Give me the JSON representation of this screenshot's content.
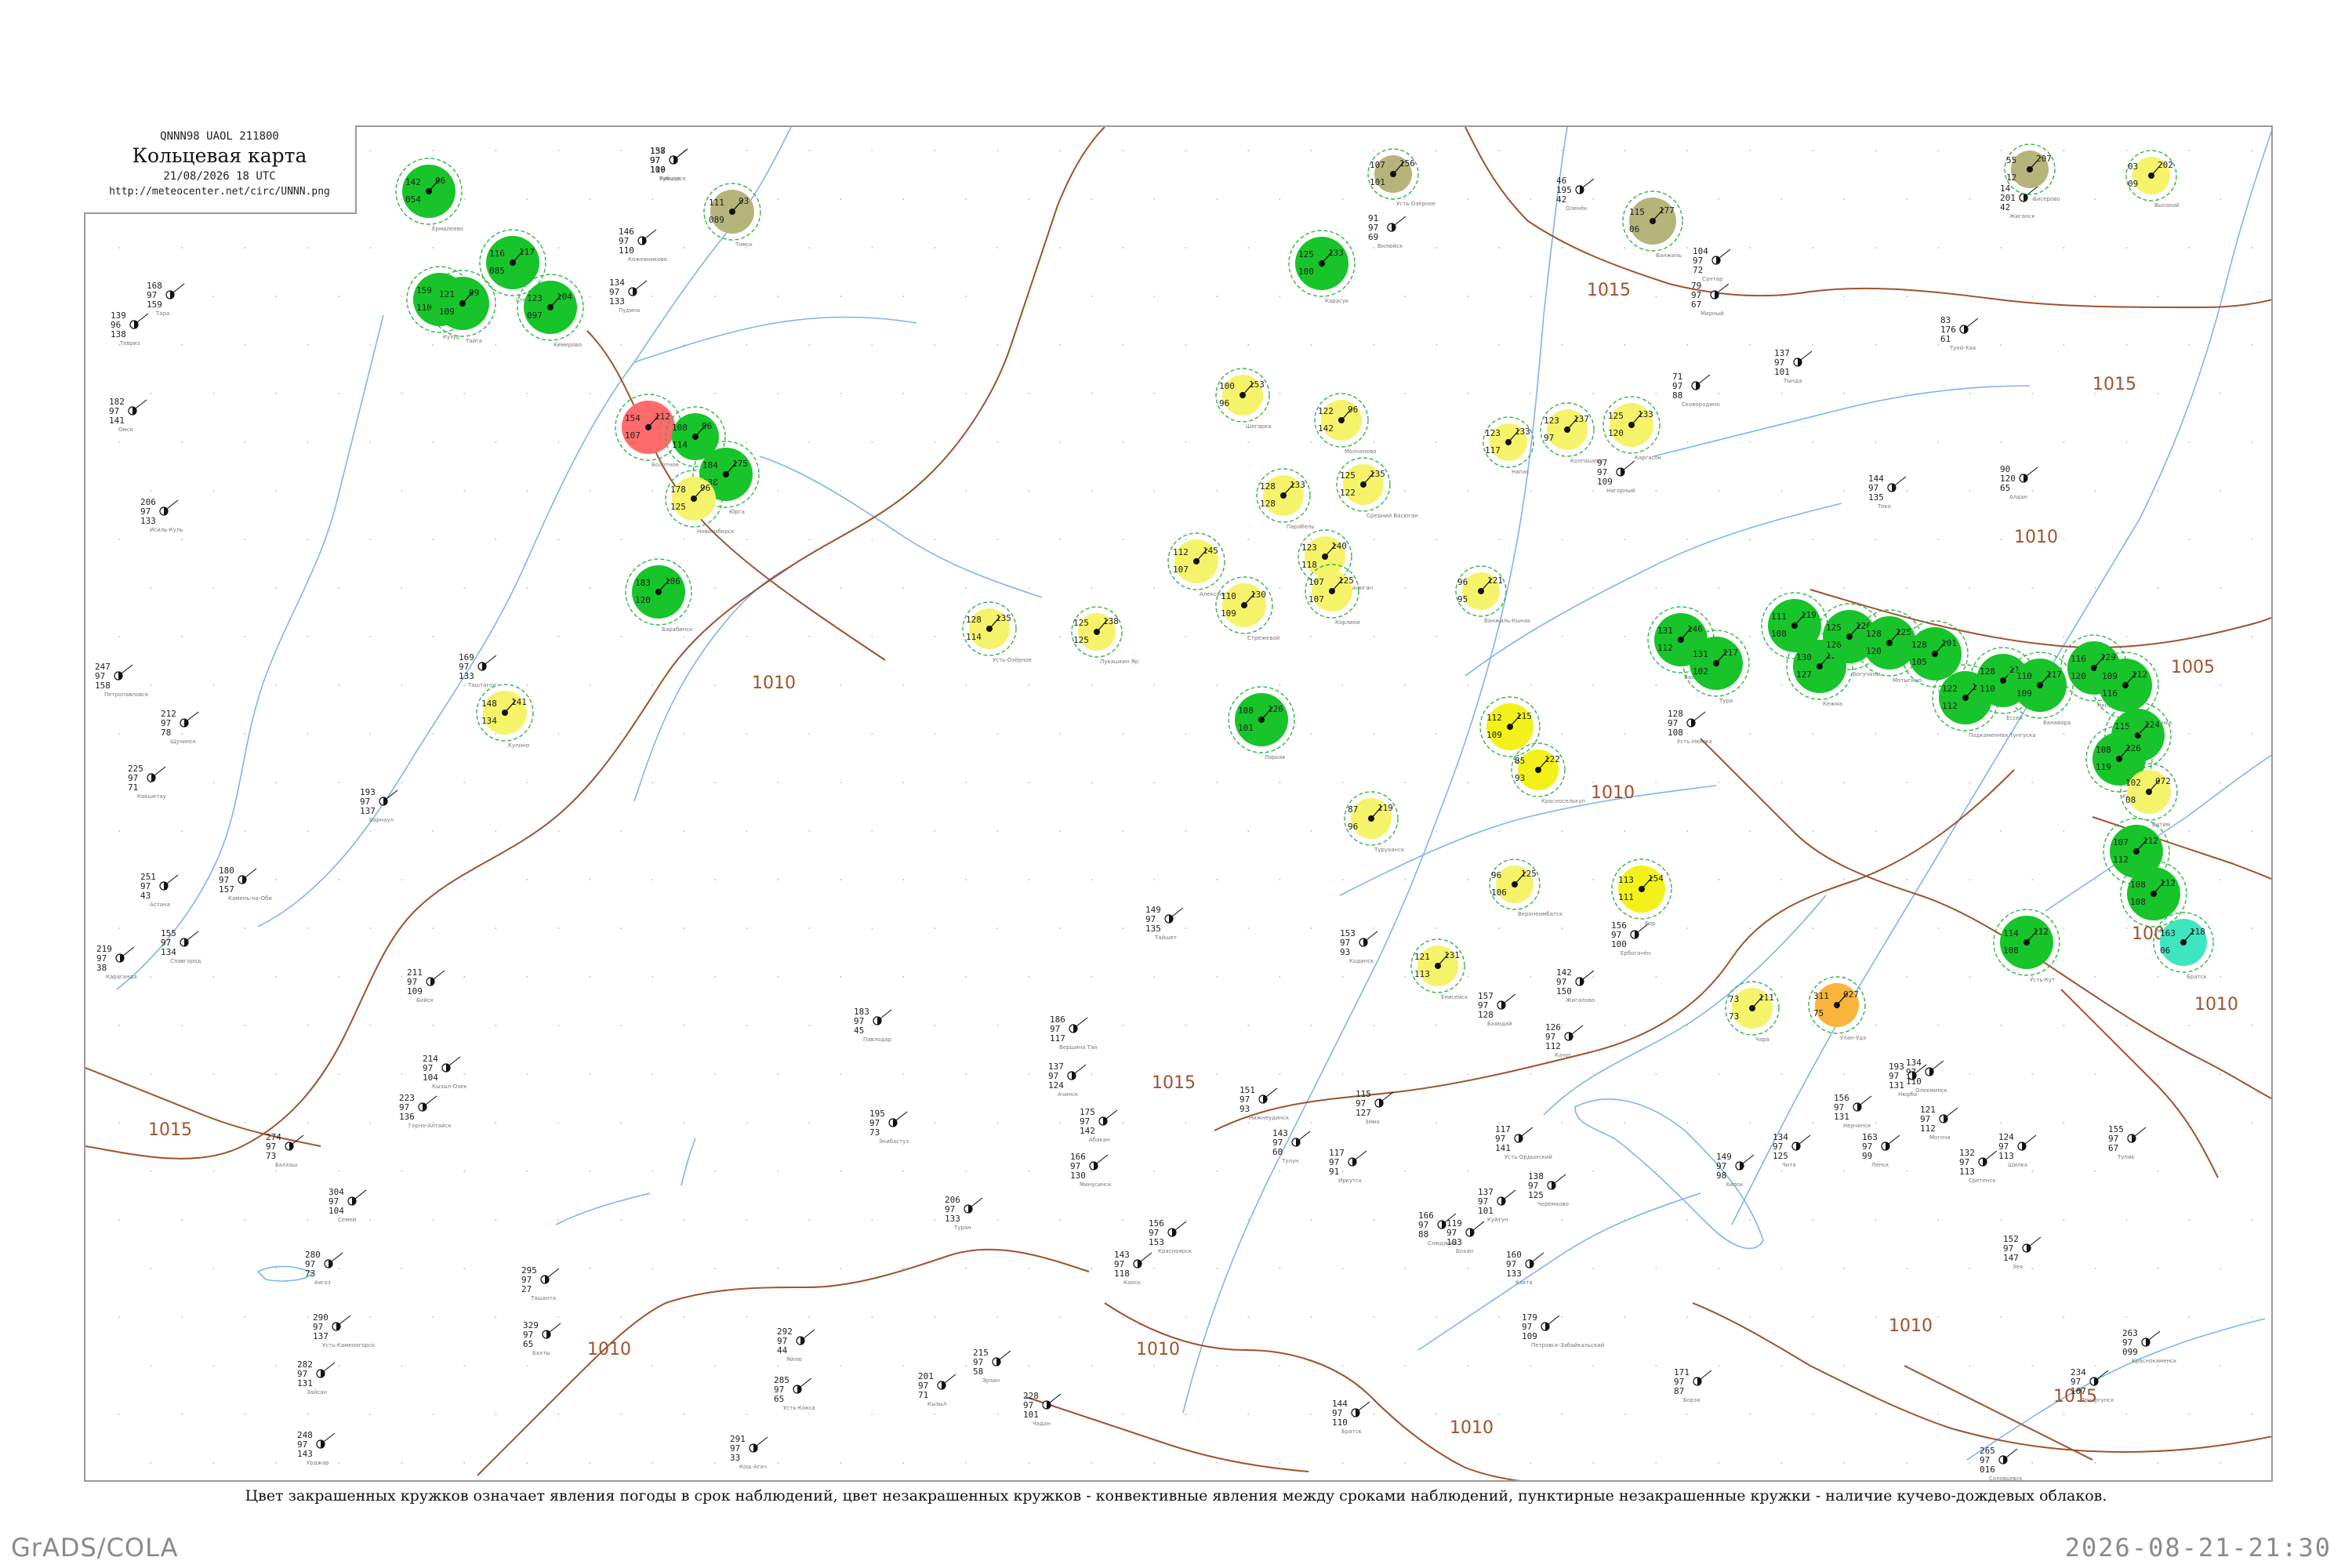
{
  "header": {
    "code_line": "QNNN98  UAOL  211800",
    "title": "Кольцевая карта",
    "date_line": "21/08/2026 18 UTC",
    "url": "http://meteocenter.net/circ/UNNN.png"
  },
  "caption": "Цвет закрашенных кружков означает явления погоды в срок наблюдений, цвет незакрашенных кружков - конвективные явления между сроками наблюдений, пунктирные незакрашенные кружки - наличие кучево-дождевых облаков.",
  "footer": {
    "software": "GrADS/COLA",
    "timestamp": "2026-08-21-21:30"
  },
  "colors": {
    "isobar": "#a0522d",
    "river": "#7fb4f0",
    "rain": "#17c42a",
    "shower": "#f5f36a",
    "thunder": "#f2f21a",
    "fog": "#b5b47a",
    "dust": "#ff6b6b",
    "smoke": "#3ee6c0",
    "haze": "#f9b43a",
    "dash_ring": "#34b34a",
    "convective_ring": "#d0508f"
  },
  "isobars": [
    "1015",
    "1015",
    "1015",
    "1010",
    "1010",
    "1010",
    "1005",
    "1005",
    "1015",
    "1010",
    "1010",
    "1010",
    "1015",
    "1010",
    "1010"
  ],
  "stations": [
    {
      "kind": "rain",
      "r": 34,
      "p": [
        "142",
        "06",
        "054"
      ],
      "name": "Ёрмалеево"
    },
    {
      "kind": "fog",
      "r": 28,
      "p": [
        "111",
        "93",
        "089"
      ],
      "name": "Томск"
    },
    {
      "kind": "fog",
      "r": 24,
      "p": [
        "107",
        "156",
        "101"
      ],
      "name": "Усть-Озёрное"
    },
    {
      "kind": "fog",
      "r": 24,
      "p": [
        "55",
        "207",
        "12"
      ],
      "name": "Бисерово"
    },
    {
      "kind": "shower",
      "r": 24,
      "p": [
        "03",
        "202",
        "09"
      ],
      "name": "Высокий"
    },
    {
      "kind": "fog",
      "r": 30,
      "p": [
        "115",
        "177",
        "06"
      ],
      "name": "Ванжиль"
    },
    {
      "kind": "rain",
      "r": 34,
      "p": [
        "159",
        "124",
        "110"
      ],
      "name": "Кузур"
    },
    {
      "kind": "rain",
      "r": 34,
      "p": [
        "121",
        "09",
        "109"
      ],
      "name": "Тайга"
    },
    {
      "kind": "rain",
      "r": 34,
      "p": [
        "116",
        "117",
        "085"
      ],
      "name": "Степное"
    },
    {
      "kind": "rain",
      "r": 34,
      "p": [
        "123",
        "104",
        "097"
      ],
      "name": "Кемерово"
    },
    {
      "kind": "dust",
      "r": 34,
      "p": [
        "154",
        "112",
        "107"
      ],
      "name": "Болотное"
    },
    {
      "kind": "rain",
      "r": 30,
      "p": [
        "108",
        "96",
        "114"
      ],
      "name": "Тисуль"
    },
    {
      "kind": "rain",
      "r": 34,
      "p": [
        "184",
        "175",
        "138"
      ],
      "name": "Юрга"
    },
    {
      "kind": "shower",
      "r": 28,
      "p": [
        "178",
        "96",
        "125"
      ],
      "name": "Новосибирск"
    },
    {
      "kind": "rain",
      "r": 34,
      "p": [
        "183",
        "106",
        "120"
      ],
      "name": "Барабинск"
    },
    {
      "kind": "shower",
      "r": 28,
      "p": [
        "148",
        "141",
        "134"
      ],
      "name": "Купино"
    },
    {
      "kind": "rain",
      "r": 34,
      "p": [
        "125",
        "133",
        "100"
      ],
      "name": "Карасук"
    },
    {
      "kind": "shower",
      "r": 26,
      "p": [
        "100",
        "153",
        "96"
      ],
      "name": "Шегарка"
    },
    {
      "kind": "shower",
      "r": 26,
      "p": [
        "122",
        "96",
        "142"
      ],
      "name": "Молчаново"
    },
    {
      "kind": "shower",
      "r": 26,
      "p": [
        "123",
        "137",
        "97"
      ],
      "name": "Колпашево"
    },
    {
      "kind": "shower",
      "r": 24,
      "p": [
        "123",
        "133",
        "117"
      ],
      "name": "Напас"
    },
    {
      "kind": "shower",
      "r": 28,
      "p": [
        "125",
        "133",
        "120"
      ],
      "name": "Каргасок"
    },
    {
      "kind": "shower",
      "r": 26,
      "p": [
        "128",
        "133",
        "128"
      ],
      "name": "Парабель"
    },
    {
      "kind": "shower",
      "r": 26,
      "p": [
        "125",
        "135",
        "122"
      ],
      "name": "Средний Васюган"
    },
    {
      "kind": "shower",
      "r": 26,
      "p": [
        "123",
        "140",
        "118"
      ],
      "name": "Новый Васюган"
    },
    {
      "kind": "shower",
      "r": 28,
      "p": [
        "112",
        "145",
        "107"
      ],
      "name": "Александровское"
    },
    {
      "kind": "shower",
      "r": 28,
      "p": [
        "110",
        "130",
        "109"
      ],
      "name": "Стрежевой"
    },
    {
      "kind": "shower",
      "r": 24,
      "p": [
        "125",
        "138",
        "125"
      ],
      "name": "Лукашкин Яр"
    },
    {
      "kind": "shower",
      "r": 26,
      "p": [
        "128",
        "135",
        "114"
      ],
      "name": "Усть-Озёрное"
    },
    {
      "kind": "rain",
      "r": 34,
      "p": [
        "108",
        "126",
        "101"
      ],
      "name": "Ларьяк"
    },
    {
      "kind": "shower",
      "r": 26,
      "p": [
        "107",
        "125",
        "107"
      ],
      "name": "Корлики"
    },
    {
      "kind": "shower",
      "r": 24,
      "p": [
        "96",
        "121",
        "95"
      ],
      "name": "Ванжиль-Кынак"
    },
    {
      "kind": "thunder",
      "r": 30,
      "p": [
        "112",
        "115",
        "109"
      ],
      "name": "Тарко-Сале"
    },
    {
      "kind": "thunder",
      "r": 26,
      "p": [
        "85",
        "122",
        "93"
      ],
      "name": "Красноселькуп"
    },
    {
      "kind": "shower",
      "r": 26,
      "p": [
        "87",
        "119",
        "96"
      ],
      "name": "Туруханск"
    },
    {
      "kind": "shower",
      "r": 24,
      "p": [
        "96",
        "125",
        "106"
      ],
      "name": "Верхнеимбатск"
    },
    {
      "kind": "thunder",
      "r": 30,
      "p": [
        "113",
        "154",
        "111"
      ],
      "name": "Бор"
    },
    {
      "kind": "shower",
      "r": 26,
      "p": [
        "121",
        "131",
        "113"
      ],
      "name": "Енисейск"
    },
    {
      "kind": "rain",
      "r": 34,
      "p": [
        "131",
        "146",
        "112"
      ],
      "name": "Ванавара"
    },
    {
      "kind": "rain",
      "r": 34,
      "p": [
        "131",
        "117",
        "102"
      ],
      "name": "Тура"
    },
    {
      "kind": "rain",
      "r": 34,
      "p": [
        "111",
        "119",
        "108"
      ],
      "name": "Ербогачён"
    },
    {
      "kind": "rain",
      "r": 34,
      "p": [
        "130",
        "122",
        "127"
      ],
      "name": "Кежма"
    },
    {
      "kind": "rain",
      "r": 34,
      "p": [
        "125",
        "126",
        "126"
      ],
      "name": "Богучаны"
    },
    {
      "kind": "rain",
      "r": 34,
      "p": [
        "128",
        "125",
        "120"
      ],
      "name": "Мотыгино"
    },
    {
      "kind": "rain",
      "r": 34,
      "p": [
        "128",
        "101",
        "105"
      ],
      "name": "Ногинск"
    },
    {
      "kind": "rain",
      "r": 34,
      "p": [
        "122",
        "116",
        "112"
      ],
      "name": "Подкаменная Тунгуска"
    },
    {
      "kind": "rain",
      "r": 34,
      "p": [
        "128",
        "119",
        "110"
      ],
      "name": "Ессей"
    },
    {
      "kind": "rain",
      "r": 34,
      "p": [
        "110",
        "117",
        "109"
      ],
      "name": "Ванавара"
    },
    {
      "kind": "rain",
      "r": 34,
      "p": [
        "116",
        "129",
        "120"
      ],
      "name": "Непа"
    },
    {
      "kind": "rain",
      "r": 34,
      "p": [
        "109",
        "112",
        "116"
      ],
      "name": "Преображенка"
    },
    {
      "kind": "rain",
      "r": 34,
      "p": [
        "115",
        "124",
        "112"
      ],
      "name": "Токма"
    },
    {
      "kind": "rain",
      "r": 34,
      "p": [
        "108",
        "126",
        "119"
      ],
      "name": "Киренск"
    },
    {
      "kind": "shower",
      "r": 28,
      "p": [
        "102",
        "072",
        "08"
      ],
      "name": "Витим"
    },
    {
      "kind": "rain",
      "r": 34,
      "p": [
        "107",
        "112",
        "112"
      ],
      "name": "Бодайбо"
    },
    {
      "kind": "rain",
      "r": 34,
      "p": [
        "108",
        "112",
        "108"
      ],
      "name": "Мама"
    },
    {
      "kind": "smoke",
      "r": 30,
      "p": [
        "163",
        "118",
        "06"
      ],
      "name": "Братск"
    },
    {
      "kind": "rain",
      "r": 34,
      "p": [
        "114",
        "112",
        "108"
      ],
      "name": "Усть-Кут"
    },
    {
      "kind": "haze",
      "r": 28,
      "p": [
        "311",
        "027",
        "75"
      ],
      "name": "Улан-Удэ"
    },
    {
      "kind": "shower",
      "r": 26,
      "p": [
        "73",
        "111",
        "73"
      ],
      "name": "Чара"
    }
  ],
  "small_stations": [
    {
      "p": [
        "158",
        "97",
        "110"
      ],
      "name": "Бакчар"
    },
    {
      "p": [
        "146",
        "97",
        "110"
      ],
      "name": "Кожевниково"
    },
    {
      "p": [
        "134",
        "97",
        "133"
      ],
      "name": "Пудино"
    },
    {
      "p": [
        "139",
        "96",
        "138"
      ],
      "name": "Тевриз"
    },
    {
      "p": [
        "168",
        "97",
        "159"
      ],
      "name": "Тара"
    },
    {
      "p": [
        "182",
        "97",
        "141"
      ],
      "name": "Омск"
    },
    {
      "p": [
        "206",
        "97",
        "133"
      ],
      "name": "Исиль-Куль"
    },
    {
      "p": [
        "247",
        "97",
        "158"
      ],
      "name": "Петропавловск"
    },
    {
      "p": [
        "225",
        "97",
        "71"
      ],
      "name": "Кокшетау"
    },
    {
      "p": [
        "212",
        "97",
        "78"
      ],
      "name": "Щучинск"
    },
    {
      "p": [
        "251",
        "97",
        "43"
      ],
      "name": "Астана"
    },
    {
      "p": [
        "219",
        "97",
        "38"
      ],
      "name": "Караганда"
    },
    {
      "p": [
        "183",
        "97",
        "45"
      ],
      "name": "Павлодар"
    },
    {
      "p": [
        "195",
        "97",
        "73"
      ],
      "name": "Экибастуз"
    },
    {
      "p": [
        "274",
        "97",
        "73"
      ],
      "name": "Балхаш"
    },
    {
      "p": [
        "304",
        "97",
        "104"
      ],
      "name": "Семей"
    },
    {
      "p": [
        "280",
        "97",
        "73"
      ],
      "name": "Аягоз"
    },
    {
      "p": [
        "290",
        "97",
        "137"
      ],
      "name": "Усть-Каменогорск"
    },
    {
      "p": [
        "282",
        "97",
        "131"
      ],
      "name": "Зайсан"
    },
    {
      "p": [
        "248",
        "97",
        "143"
      ],
      "name": "Урджар"
    },
    {
      "p": [
        "329",
        "97",
        "65"
      ],
      "name": "Бахты"
    },
    {
      "p": [
        "295",
        "97",
        "27"
      ],
      "name": "Ташанта"
    },
    {
      "p": [
        "291",
        "97",
        "33"
      ],
      "name": "Кош-Агач"
    },
    {
      "p": [
        "285",
        "97",
        "65"
      ],
      "name": "Усть-Кокса"
    },
    {
      "p": [
        "292",
        "97",
        "44"
      ],
      "name": "Яйлю"
    },
    {
      "p": [
        "201",
        "97",
        "71"
      ],
      "name": "Кызыл"
    },
    {
      "p": [
        "228",
        "97",
        "101"
      ],
      "name": "Чадан"
    },
    {
      "p": [
        "215",
        "97",
        "58"
      ],
      "name": "Эрзин"
    },
    {
      "p": [
        "206",
        "97",
        "133"
      ],
      "name": "Туран"
    },
    {
      "p": [
        "175",
        "97",
        "142"
      ],
      "name": "Абакан"
    },
    {
      "p": [
        "166",
        "97",
        "130"
      ],
      "name": "Минусинск"
    },
    {
      "p": [
        "137",
        "97",
        "124"
      ],
      "name": "Ачинск"
    },
    {
      "p": [
        "156",
        "97",
        "153"
      ],
      "name": "Красноярск"
    },
    {
      "p": [
        "143",
        "97",
        "118"
      ],
      "name": "Канск"
    },
    {
      "p": [
        "149",
        "97",
        "135"
      ],
      "name": "Тайшет"
    },
    {
      "p": [
        "151",
        "97",
        "93"
      ],
      "name": "Нижнеудинск"
    },
    {
      "p": [
        "143",
        "97",
        "60"
      ],
      "name": "Тулун"
    },
    {
      "p": [
        "115",
        "97",
        "127"
      ],
      "name": "Зима"
    },
    {
      "p": [
        "117",
        "97",
        "91"
      ],
      "name": "Иркутск"
    },
    {
      "p": [
        "166",
        "97",
        "88"
      ],
      "name": "Слюдянка"
    },
    {
      "p": [
        "160",
        "97",
        "133"
      ],
      "name": "Кяхта"
    },
    {
      "p": [
        "179",
        "97",
        "109"
      ],
      "name": "Петровск-Забайкальский"
    },
    {
      "p": [
        "149",
        "97",
        "98"
      ],
      "name": "Хилок"
    },
    {
      "p": [
        "134",
        "97",
        "125"
      ],
      "name": "Чита"
    },
    {
      "p": [
        "156",
        "97",
        "131"
      ],
      "name": "Нерчинск"
    },
    {
      "p": [
        "121",
        "97",
        "112"
      ],
      "name": "Могоча"
    },
    {
      "p": [
        "132",
        "97",
        "113"
      ],
      "name": "Сретенск"
    },
    {
      "p": [
        "124",
        "97",
        "113"
      ],
      "name": "Шилка"
    },
    {
      "p": [
        "155",
        "97",
        "67"
      ],
      "name": "Тупик"
    },
    {
      "p": [
        "152",
        "97",
        "147"
      ],
      "name": "Зея"
    },
    {
      "p": [
        "171",
        "97",
        "87"
      ],
      "name": "Борзя"
    },
    {
      "p": [
        "234",
        "97",
        "107"
      ],
      "name": "Приаргунск"
    },
    {
      "p": [
        "263",
        "97",
        "099"
      ],
      "name": "Краснокаменск"
    },
    {
      "p": [
        "265",
        "97",
        "016"
      ],
      "name": "Соловьевск"
    },
    {
      "p": [
        "134",
        "97",
        "110"
      ],
      "name": "Олекминск"
    },
    {
      "p": [
        "163",
        "97",
        "99"
      ],
      "name": "Ленск"
    },
    {
      "p": [
        "193",
        "97",
        "131"
      ],
      "name": "Нюрба"
    },
    {
      "p": [
        "46",
        "195",
        "42"
      ],
      "name": "Оленёк"
    },
    {
      "p": [
        "14",
        "201",
        "42"
      ],
      "name": "Жиганск"
    },
    {
      "p": [
        "91",
        "97",
        "69"
      ],
      "name": "Вилюйск"
    },
    {
      "p": [
        "104",
        "97",
        "72"
      ],
      "name": "Сунтар"
    },
    {
      "p": [
        "79",
        "97",
        "67"
      ],
      "name": "Мирный"
    },
    {
      "p": [
        "83",
        "176",
        "61"
      ],
      "name": "Туой-Хая"
    },
    {
      "p": [
        "90",
        "120",
        "65"
      ],
      "name": "Алдан"
    },
    {
      "p": [
        "144",
        "97",
        "135"
      ],
      "name": "Токо"
    },
    {
      "p": [
        "97",
        "97",
        "109"
      ],
      "name": "Нагорный"
    },
    {
      "p": [
        "71",
        "97",
        "88"
      ],
      "name": "Сковородино"
    },
    {
      "p": [
        "137",
        "97",
        "101"
      ],
      "name": "Тында"
    },
    {
      "p": [
        "128",
        "97",
        "108"
      ],
      "name": "Усть-Нюкжа"
    },
    {
      "p": [
        "156",
        "97",
        "100"
      ],
      "name": "Ербогачён"
    },
    {
      "p": [
        "142",
        "97",
        "150"
      ],
      "name": "Жигалово"
    },
    {
      "p": [
        "126",
        "97",
        "112"
      ],
      "name": "Качуг"
    },
    {
      "p": [
        "157",
        "97",
        "128"
      ],
      "name": "Баяндай"
    },
    {
      "p": [
        "119",
        "97",
        "103"
      ],
      "name": "Бохан"
    },
    {
      "p": [
        "117",
        "97",
        "141"
      ],
      "name": "Усть-Ордынский"
    },
    {
      "p": [
        "138",
        "97",
        "125"
      ],
      "name": "Черемхово"
    },
    {
      "p": [
        "137",
        "97",
        "101"
      ],
      "name": "Куйтун"
    },
    {
      "p": [
        "144",
        "97",
        "110"
      ],
      "name": "Братск"
    },
    {
      "p": [
        "153",
        "97",
        "93"
      ],
      "name": "Кодинск"
    },
    {
      "p": [
        "186",
        "97",
        "117"
      ],
      "name": "Вершина Тэи"
    },
    {
      "p": [
        "169",
        "97",
        "133"
      ],
      "name": "Таштагол"
    },
    {
      "p": [
        "214",
        "97",
        "104"
      ],
      "name": "Кызыл-Озек"
    },
    {
      "p": [
        "223",
        "97",
        "136"
      ],
      "name": "Горно-Алтайск"
    },
    {
      "p": [
        "211",
        "97",
        "109"
      ],
      "name": "Бийск"
    },
    {
      "p": [
        "193",
        "97",
        "137"
      ],
      "name": "Барнаул"
    },
    {
      "p": [
        "180",
        "97",
        "157"
      ],
      "name": "Камень-на-Оби"
    },
    {
      "p": [
        "155",
        "97",
        "134"
      ],
      "name": "Славгород"
    },
    {
      "p": [
        "137",
        "97",
        "109"
      ],
      "name": "Рубцовск"
    }
  ]
}
